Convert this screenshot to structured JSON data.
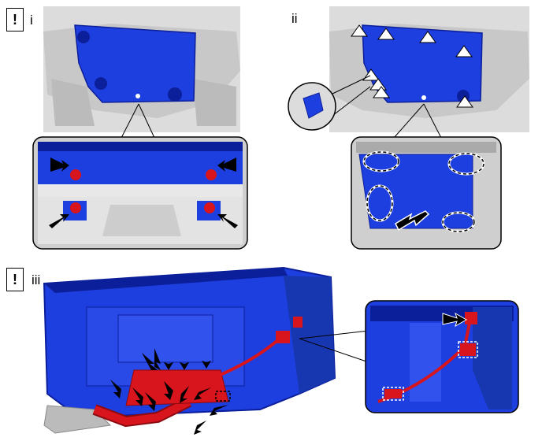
{
  "steps": [
    {
      "label": "i",
      "warning": "!"
    },
    {
      "label": "ii"
    },
    {
      "label": "iii",
      "warning": "!"
    }
  ],
  "colors": {
    "part_blue": "#1e3fe0",
    "part_blue_dark": "#0c1f9a",
    "harness_red": "#d8141c",
    "background_gray": "#d9d9d9",
    "outline": "#000000"
  },
  "icons": [
    "warning-icon",
    "arrow-icon",
    "clip-triangle-icon",
    "dashed-ellipse-icon",
    "dashed-rect-icon"
  ]
}
